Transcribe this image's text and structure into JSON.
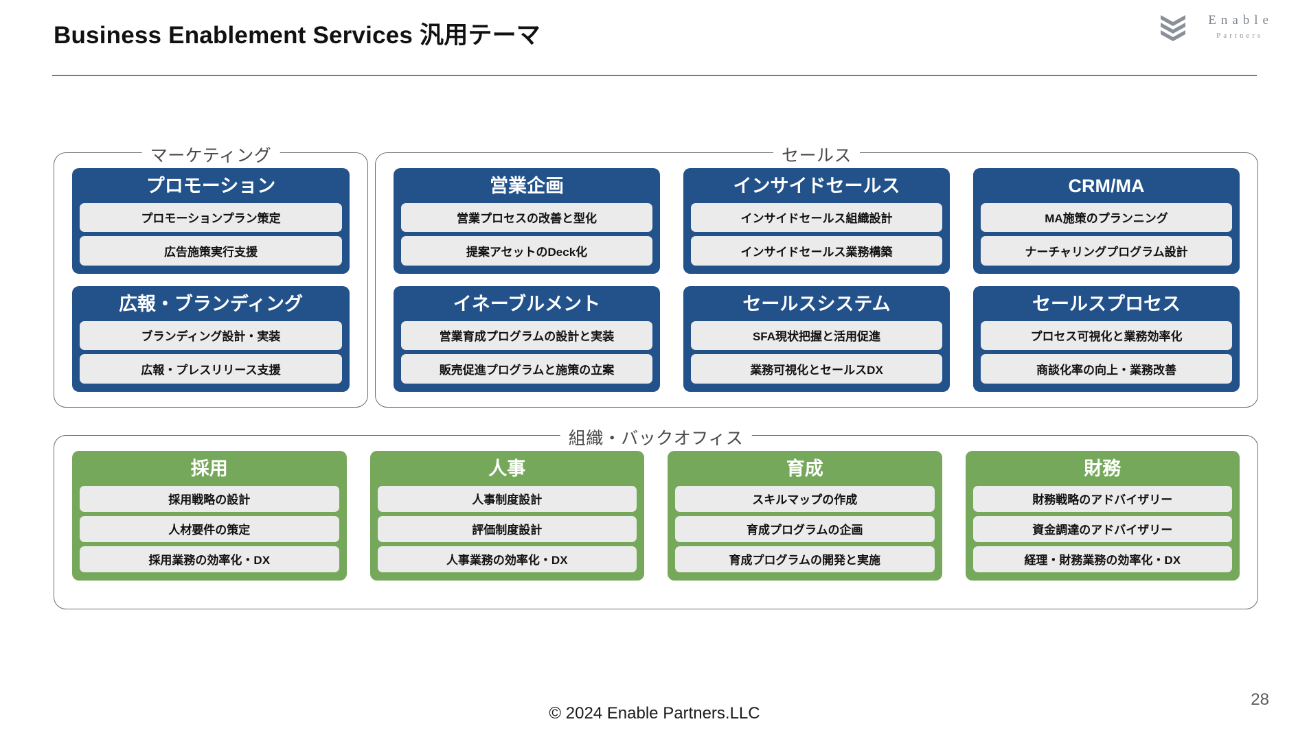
{
  "header": {
    "title": "Business Enablement Services 汎用テーマ",
    "logo": {
      "name": "Enable",
      "sub": "Partners",
      "mark_icon": "triple-chevron-down-icon",
      "mark_color": "#8a9099"
    }
  },
  "colors": {
    "blue": "#23528b",
    "green": "#75a85b",
    "item_bg": "#ebebeb",
    "frame_border": "#6b6b6b",
    "group_label": "#4a4a4a"
  },
  "groups": [
    {
      "id": "marketing",
      "label": "マーケティング",
      "columns": [
        {
          "cards": [
            {
              "title": "プロモーション",
              "color": "blue",
              "items": [
                "プロモーションプラン策定",
                "広告施策実行支援"
              ]
            },
            {
              "title": "広報・ブランディング",
              "color": "blue",
              "items": [
                "ブランディング設計・実装",
                "広報・プレスリリース支援"
              ]
            }
          ]
        }
      ]
    },
    {
      "id": "sales",
      "label": "セールス",
      "columns": [
        {
          "cards": [
            {
              "title": "営業企画",
              "color": "blue",
              "items": [
                "営業プロセスの改善と型化",
                "提案アセットのDeck化"
              ]
            },
            {
              "title": "イネーブルメント",
              "color": "blue",
              "items": [
                "営業育成プログラムの設計と実装",
                "販売促進プログラムと施策の立案"
              ]
            }
          ]
        },
        {
          "cards": [
            {
              "title": "インサイドセールス",
              "color": "blue",
              "items": [
                "インサイドセールス組織設計",
                "インサイドセールス業務構築"
              ]
            },
            {
              "title": "セールスシステム",
              "color": "blue",
              "items": [
                "SFA現状把握と活用促進",
                "業務可視化とセールスDX"
              ]
            }
          ]
        },
        {
          "cards": [
            {
              "title": "CRM/MA",
              "color": "blue",
              "items": [
                "MA施策のプランニング",
                "ナーチャリングプログラム設計"
              ]
            },
            {
              "title": "セールスプロセス",
              "color": "blue",
              "items": [
                "プロセス可視化と業務効率化",
                "商談化率の向上・業務改善"
              ]
            }
          ]
        }
      ]
    },
    {
      "id": "backoffice",
      "label": "組織・バックオフィス",
      "columns": [
        {
          "cards": [
            {
              "title": "採用",
              "color": "green",
              "items": [
                "採用戦略の設計",
                "人材要件の策定",
                "採用業務の効率化・DX"
              ]
            }
          ]
        },
        {
          "cards": [
            {
              "title": "人事",
              "color": "green",
              "items": [
                "人事制度設計",
                "評価制度設計",
                "人事業務の効率化・DX"
              ]
            }
          ]
        },
        {
          "cards": [
            {
              "title": "育成",
              "color": "green",
              "items": [
                "スキルマップの作成",
                "育成プログラムの企画",
                "育成プログラムの開発と実施"
              ]
            }
          ]
        },
        {
          "cards": [
            {
              "title": "財務",
              "color": "green",
              "items": [
                "財務戦略のアドバイザリー",
                "資金調達のアドバイザリー",
                "経理・財務業務の効率化・DX"
              ]
            }
          ]
        }
      ]
    }
  ],
  "footer": {
    "copyright": "© 2024 Enable Partners.LLC",
    "page_number": "28"
  }
}
